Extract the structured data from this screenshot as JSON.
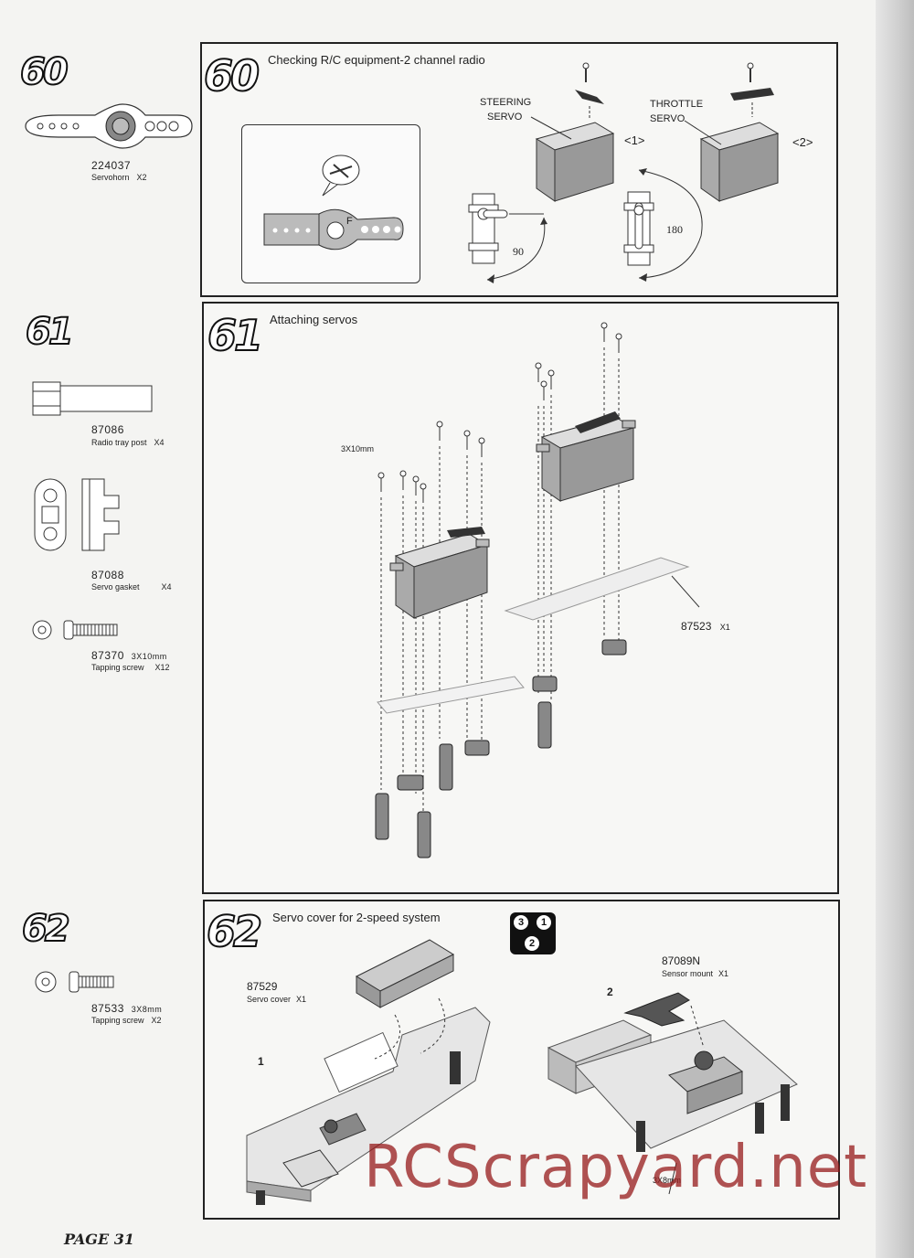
{
  "page": {
    "label": "PAGE 31"
  },
  "watermark": {
    "text": "RCScrapyard.net"
  },
  "steps": {
    "s60": {
      "badge": "60",
      "title": "Checking R/C equipment-2 channel radio",
      "part": {
        "number": "224037",
        "name": "Servohorn",
        "qty": "X2"
      },
      "labels": {
        "steering_a": "STEERING",
        "steering_b": "SERVO",
        "ch1": "<1>",
        "throttle_a": "THROTTLE",
        "throttle_b": "SERVO",
        "ch2": "<2>",
        "angle_90": "90",
        "angle_180": "180",
        "horn_mark": "F"
      }
    },
    "s61": {
      "badge": "61",
      "title": "Attaching servos",
      "parts": [
        {
          "number": "87086",
          "name": "Radio tray post",
          "qty": "X4"
        },
        {
          "number": "87088",
          "name": "Servo gasket",
          "qty": "X4"
        },
        {
          "number": "87370",
          "size": "3X10mm",
          "name": "Tapping screw",
          "qty": "X12"
        }
      ],
      "labels": {
        "screw_size": "3X10mm",
        "tray_part": "87523",
        "tray_qty": "X1"
      }
    },
    "s62": {
      "badge": "62",
      "title": "Servo cover for 2-speed system",
      "part": {
        "number": "87533",
        "size": "3X8mm",
        "name": "Tapping screw",
        "qty": "X2"
      },
      "labels": {
        "cover_part": "87529",
        "cover_name": "Servo cover",
        "cover_qty": "X1",
        "sub1": "1",
        "sub2": "2",
        "mount_part": "87089N",
        "mount_name": "Sensor mount",
        "mount_qty": "X1",
        "screw_size": "3X8mm",
        "seq_a": "3",
        "seq_b": "1",
        "seq_c": "2"
      }
    }
  }
}
